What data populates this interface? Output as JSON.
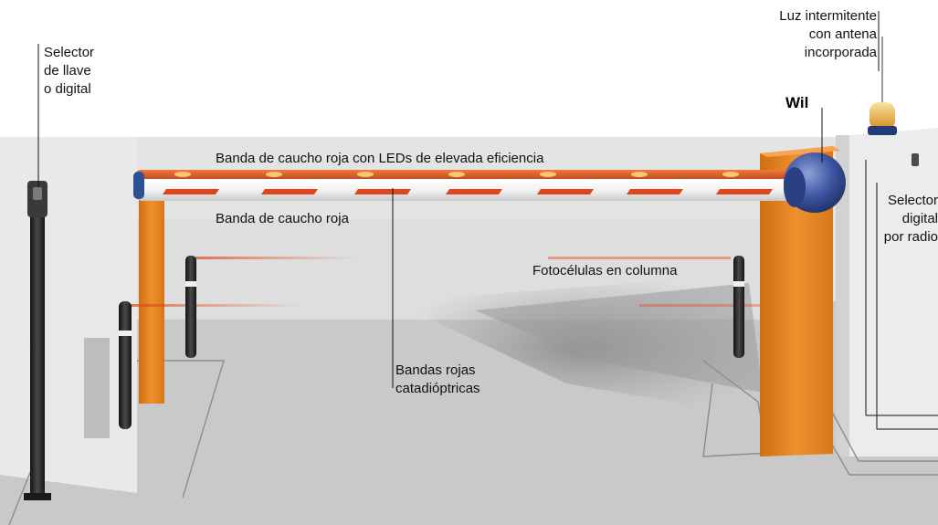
{
  "labels": {
    "key_selector": [
      "Selector",
      "de llave",
      "o digital"
    ],
    "flashing_light": [
      "Luz intermitente",
      "con antena",
      "incorporada"
    ],
    "brand": "Wil",
    "led_band": "Banda de caucho roja con LEDs de elevada eficiencia",
    "rubber_band": "Banda de caucho roja",
    "radio_selector": [
      "Selector",
      "digital",
      "por radio"
    ],
    "photocells": "Fotocélulas en columna",
    "reflective_bands": [
      "Bandas rojas",
      "catadióptricas"
    ]
  },
  "colors": {
    "ground": "#c9c9c9",
    "wall": "#e2e2e2",
    "barrier_orange": "#e98a2a",
    "boom_white": "#f4f4f4",
    "led_red": "#e0461b",
    "motor_blue": "#3d55a3",
    "post_dark": "#2b2b2b",
    "beacon_amber": "#f2b233"
  }
}
